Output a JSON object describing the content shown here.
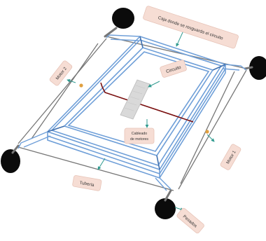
{
  "labels": {
    "caja": "Caja donde se resguarda el circuito",
    "circuito": "Circuito",
    "motor2": "Motor 2",
    "motor1": "Motor 1",
    "cableado": [
      "Cableado",
      "de motores"
    ],
    "tuberia": "Tubería",
    "pesados": "Pesados"
  },
  "colors": {
    "frame": "#6f9fd8",
    "frame_dark": "#3f6fae",
    "rod": "#777777",
    "arrow": "#2f9a8f",
    "label_bg": "#f6ddd4",
    "label_border": "#e7c4b8",
    "wheel": "#0b0b0b",
    "cable": "#7a1010",
    "board": "#d9d9d9",
    "motor": "#e0a040"
  }
}
